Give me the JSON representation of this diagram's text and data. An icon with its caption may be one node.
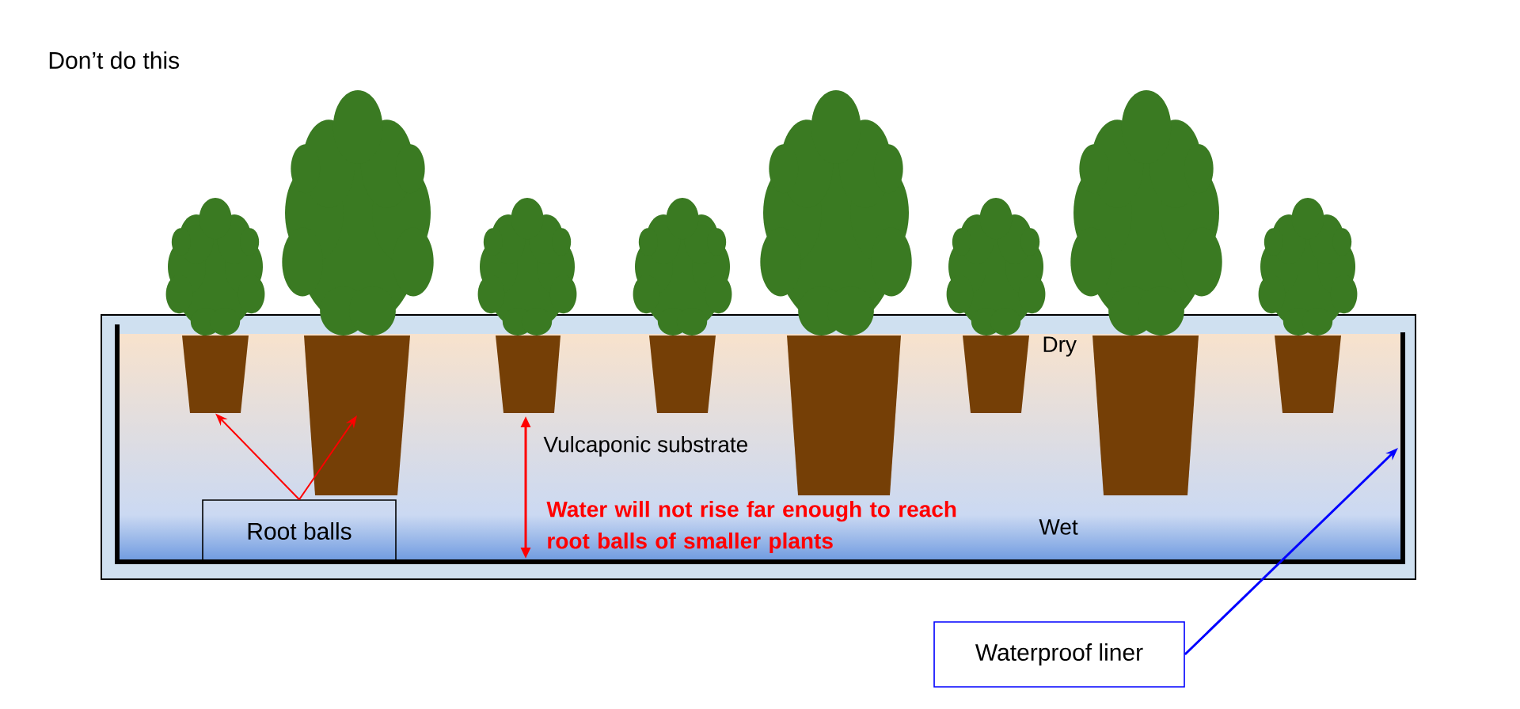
{
  "diagram": {
    "title": "Don’t do this",
    "nodes": [
      {
        "text": [
          "Root balls"
        ]
      },
      {
        "text": [],
        "shape": "box"
      },
      {
        "text": [],
        "shape": "box"
      },
      {
        "text": [],
        "shape": "box"
      },
      {
        "text": [],
        "shape": "box"
      },
      {
        "text": [],
        "shape": "box"
      },
      {
        "text": [],
        "shape": "box"
      },
      {
        "text": [],
        "shape": "box"
      },
      {
        "text": [],
        "shape": "box"
      },
      {
        "text": [
          "Waterproof liner"
        ]
      }
    ],
    "edges": [
      {
        "from": 0,
        "to": 1,
        "arrow": "to",
        "color": "#ff0000"
      },
      {
        "from": 0,
        "to": 2,
        "arrow": "to",
        "color": "#ff0000"
      },
      {
        "from": 9,
        "to": null,
        "arrow": "to",
        "color": "#0000ff"
      }
    ],
    "labels": [
      "Dry",
      "Vulcaponic substrate",
      "Water will not rise far enough to reach root balls of smaller plants",
      "Wet"
    ]
  }
}
